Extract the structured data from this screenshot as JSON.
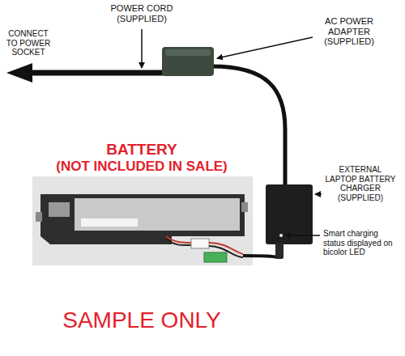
{
  "diagram": {
    "labels": [
      "POWER CORD (SUPPLIED)",
      "AC POWER ADAPTER (SUPPLIED)",
      "CONNECT TO POWER SOCKET",
      "BATTERY",
      "(NOT INCLUDED IN SALE)",
      "EXTERNAL LAPTOP BATTERY CHARGER (SUPPLIED)",
      "Smart charging status displayed on bicolor LED",
      "SAMPLE ONLY"
    ]
  }
}
